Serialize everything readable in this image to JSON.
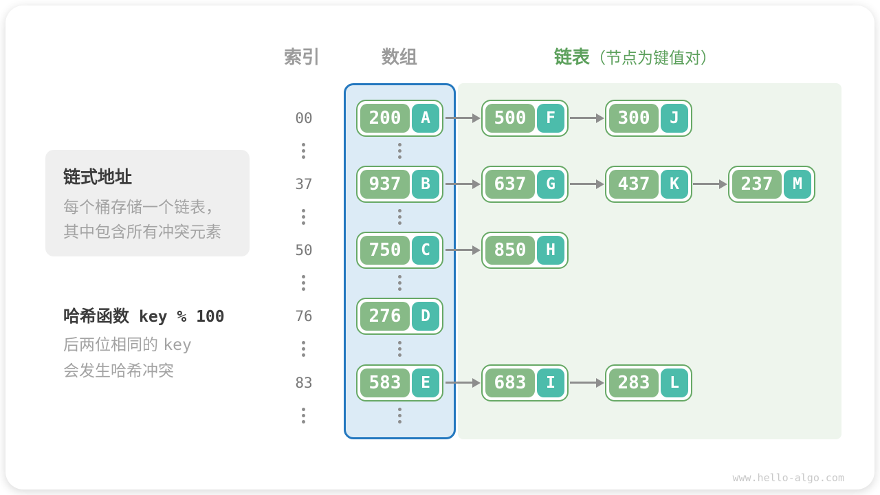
{
  "headers": {
    "index": "索引",
    "array": "数组",
    "list": "链表",
    "list_note": "（节点为键值对）"
  },
  "info_box": {
    "title": "链式地址",
    "line1": "每个桶存储一个链表，",
    "line2": "其中包含所有冲突元素"
  },
  "hash_note": {
    "label": "哈希函数",
    "formula": "key % 100",
    "line1_prefix": "后两位相同的 ",
    "line1_code": "key",
    "line2": "会发生哈希冲突"
  },
  "rows": [
    {
      "index": "00",
      "nodes": [
        {
          "key": "200",
          "value": "A"
        },
        {
          "key": "500",
          "value": "F"
        },
        {
          "key": "300",
          "value": "J"
        }
      ]
    },
    {
      "index": "37",
      "nodes": [
        {
          "key": "937",
          "value": "B"
        },
        {
          "key": "637",
          "value": "G"
        },
        {
          "key": "437",
          "value": "K"
        },
        {
          "key": "237",
          "value": "M"
        }
      ]
    },
    {
      "index": "50",
      "nodes": [
        {
          "key": "750",
          "value": "C"
        },
        {
          "key": "850",
          "value": "H"
        }
      ]
    },
    {
      "index": "76",
      "nodes": [
        {
          "key": "276",
          "value": "D"
        }
      ]
    },
    {
      "index": "83",
      "nodes": [
        {
          "key": "583",
          "value": "E"
        },
        {
          "key": "683",
          "value": "I"
        },
        {
          "key": "283",
          "value": "L"
        }
      ]
    }
  ],
  "watermark": "www.hello-algo.com",
  "colors": {
    "node-green": "#87ba87",
    "node-teal": "#4cbcab",
    "node-border": "#67a966",
    "blue-border": "#2478bf",
    "blue-panel": "#dcebf6",
    "green-panel": "#eef5ed",
    "header-gray": "#9b9b9b",
    "header-green": "#5ca05c",
    "index-gray": "#787878",
    "arrow-gray": "#8d8d8d",
    "dark-text": "#3b3b3b",
    "muted-text": "#a3a3a3",
    "infobox-bg": "#efefef",
    "watermark": "#c9c9c9"
  }
}
